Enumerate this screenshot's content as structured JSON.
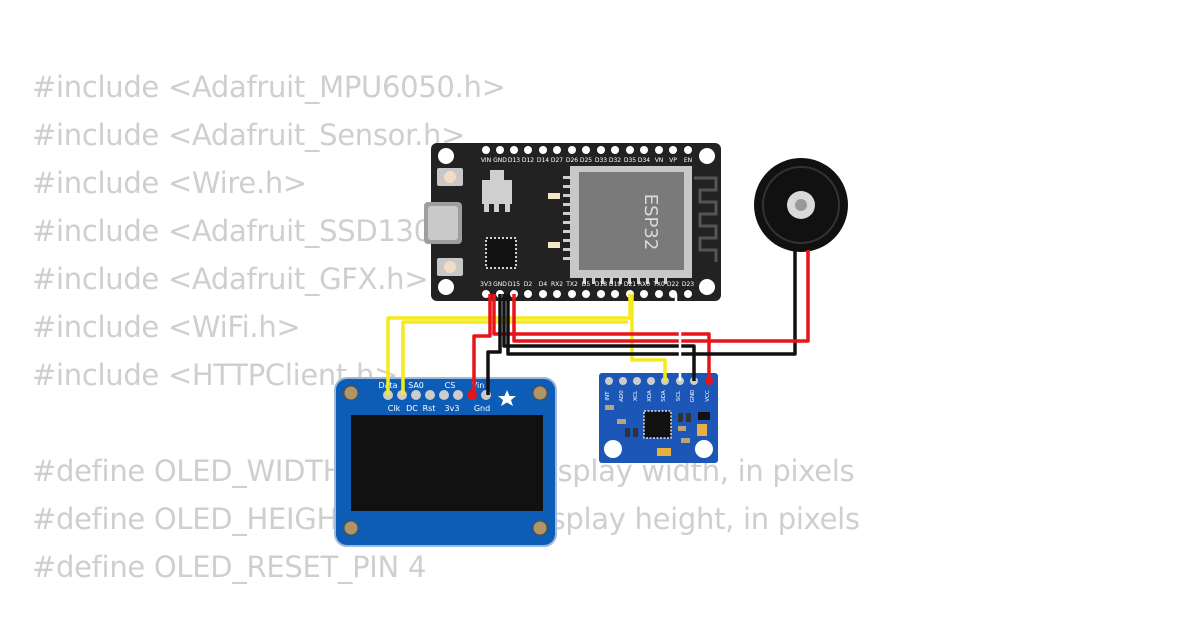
{
  "code": {
    "lines": [
      "#include <Adafruit_MPU6050.h>",
      "#include <Adafruit_Sensor.h>",
      "#include <Wire.h>",
      "#include <Adafruit_SSD1306.h>",
      "#include <Adafruit_GFX.h>",
      "#include <WiFi.h>",
      "#include <HTTPClient.h>",
      "",
      "#define OLED_WIDTH 128 // OLED display width, in pixels",
      "#define OLED_HEIGHT 64 // OLED display height, in pixels",
      "#define OLED_RESET_PIN 4"
    ]
  },
  "esp32": {
    "chip_label": "ESP32",
    "top_pins": [
      "VIN",
      "GND",
      "D13",
      "D12",
      "D14",
      "D27",
      "D26",
      "D25",
      "D33",
      "D32",
      "D35",
      "D34",
      "VN",
      "VP",
      "EN"
    ],
    "bottom_pins": [
      "3V3",
      "GND",
      "D15",
      "D2",
      "D4",
      "RX2",
      "TX2",
      "D5",
      "D18",
      "D19",
      "D21",
      "RX0",
      "TX0",
      "D22",
      "D23"
    ]
  },
  "oled": {
    "top_labels": [
      "Data",
      "SA0",
      "CS",
      "Vin"
    ],
    "bottom_labels": [
      "Clk",
      "DC",
      "Rst",
      "3v3",
      "Gnd"
    ]
  },
  "mpu6050": {
    "pins": [
      "INT",
      "AD0",
      "XCL",
      "XDA",
      "SDA",
      "SCL",
      "GND",
      "VCC"
    ]
  },
  "colors": {
    "wire_red": "#e8141a",
    "wire_black": "#111111",
    "wire_yellow": "#f5ea1c",
    "board_dark": "#222222",
    "oled_blue": "#0d5cb6",
    "mpu_blue": "#1c57b8"
  }
}
